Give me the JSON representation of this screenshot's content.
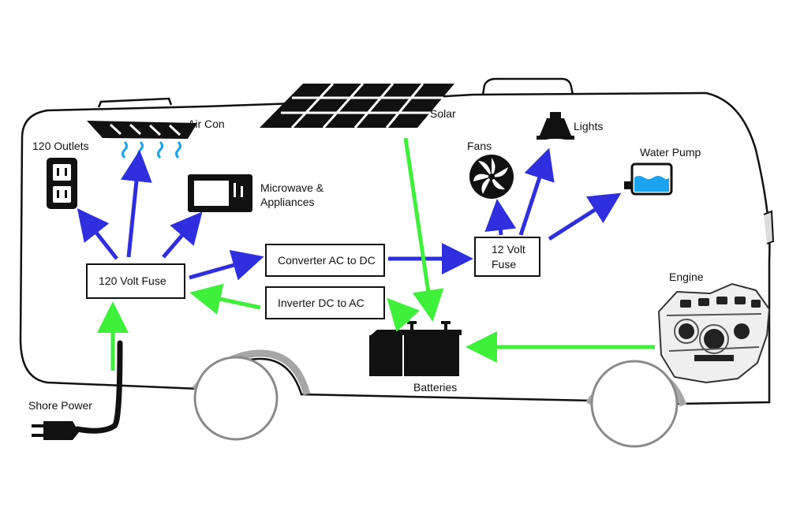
{
  "diagram": {
    "labels": {
      "air_con": "Air Con",
      "solar": "Solar",
      "outlets": "120 Outlets",
      "fans": "Fans",
      "lights": "Lights",
      "water_pump": "Water Pump",
      "microwave_line1": "Microwave &",
      "microwave_line2": "Appliances",
      "engine": "Engine",
      "batteries": "Batteries",
      "shore_power": "Shore Power"
    },
    "boxes": {
      "fuse_120": "120 Volt Fuse",
      "converter": "Converter AC to DC",
      "inverter": "Inverter DC to AC",
      "fuse_12_line1": "12 Volt",
      "fuse_12_line2": "Fuse"
    },
    "colors": {
      "ac_flow": "#2f2fe0",
      "dc_flow": "#3ff03a",
      "outline": "#111111",
      "wheel": "#a6a6a6",
      "water": "#1aa3ef"
    },
    "icons": [
      "outlet-icon",
      "air-con-icon",
      "microwave-icon",
      "solar-panel-icon",
      "fan-icon",
      "light-icon",
      "water-pump-icon",
      "engine-icon",
      "battery-icon",
      "plug-icon"
    ]
  }
}
